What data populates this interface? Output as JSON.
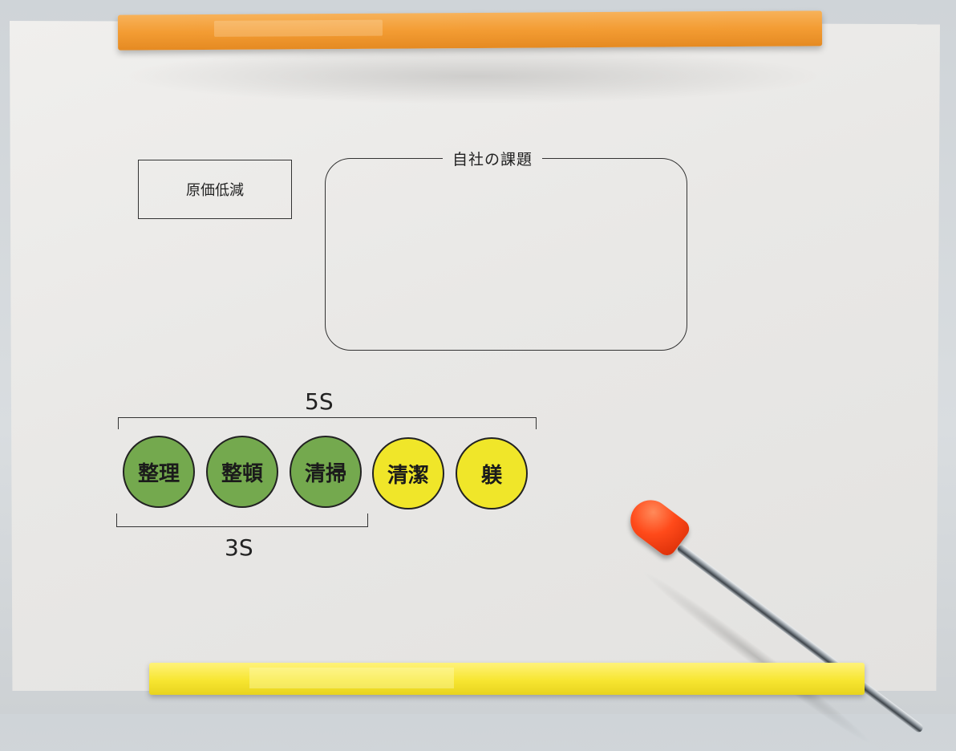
{
  "photo": {
    "cost_label": "原価低減",
    "issue_title": "自社の課題",
    "label_5s": "5S",
    "label_3s": "3S",
    "circles": [
      {
        "text": "整理",
        "color": "#74a94e"
      },
      {
        "text": "整頓",
        "color": "#74a94e"
      },
      {
        "text": "清掃",
        "color": "#74a94e"
      },
      {
        "text": "清潔",
        "color": "#f0e629"
      },
      {
        "text": "躾",
        "color": "#f0e629"
      }
    ],
    "magnet_colors": {
      "top": "#f39c33",
      "bottom": "#f7e631"
    },
    "pointer_color": "#ff4a1a"
  }
}
